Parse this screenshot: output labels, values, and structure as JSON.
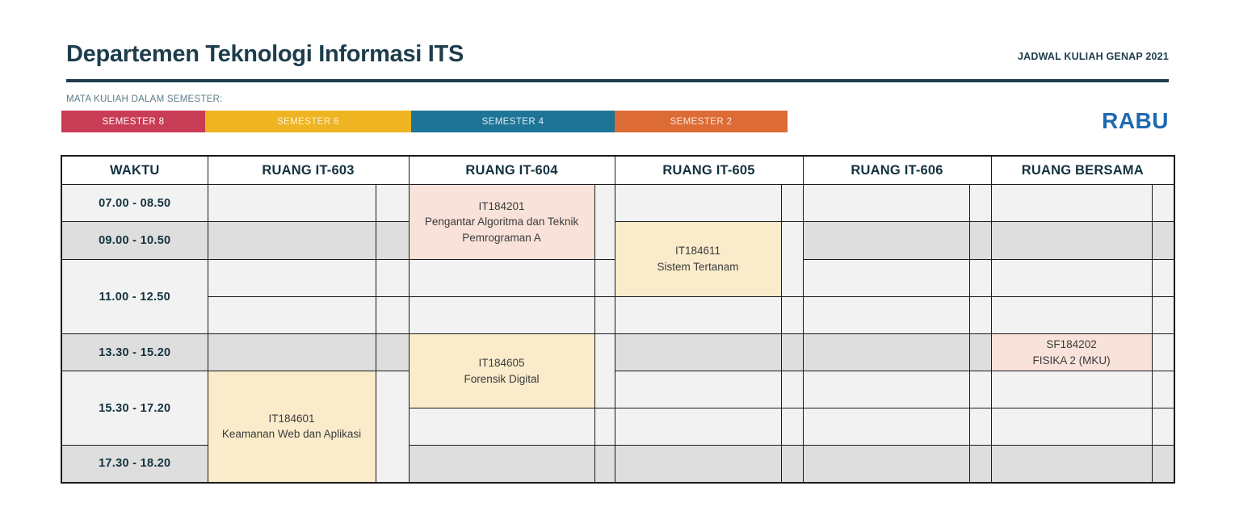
{
  "header": {
    "title": "Departemen Teknologi Informasi ITS",
    "subtitle": "JADWAL  KULIAH GENAP 2021",
    "day": "RABU"
  },
  "legend": {
    "label": "MATA KULIAH DALAM SEMESTER:",
    "items": [
      {
        "label": "SEMESTER 8",
        "color": "#c93c55"
      },
      {
        "label": "SEMESTER 6",
        "color": "#efb421"
      },
      {
        "label": "SEMESTER 4",
        "color": "#1e7496"
      },
      {
        "label": "SEMESTER 2",
        "color": "#dd6b35"
      }
    ]
  },
  "table": {
    "columns": [
      "WAKTU",
      "RUANG IT-603",
      "RUANG IT-604",
      "RUANG IT-605",
      "RUANG IT-606",
      "RUANG BERSAMA"
    ],
    "times": [
      "07.00 - 08.50",
      "09.00 - 10.50",
      "11.00 - 12.50",
      "13.30 - 15.20",
      "15.30 - 17.20",
      "17.30 - 18.20"
    ],
    "courses": {
      "c1": {
        "code": "IT184201",
        "name": "Pengantar Algoritma dan Teknik Pemrograman A",
        "semester": "SEMESTER 2",
        "room": "RUANG IT-604",
        "time": "07.00 - 10.50"
      },
      "c2": {
        "code": "IT184611",
        "name": "Sistem Tertanam",
        "semester": "SEMESTER 6",
        "room": "RUANG IT-605",
        "time": "09.00 - 12.50"
      },
      "c3": {
        "code": "IT184605",
        "name": "Forensik Digital",
        "semester": "SEMESTER 6",
        "room": "RUANG IT-604",
        "time": "13.30 - 17.20"
      },
      "c4": {
        "code": "IT184601",
        "name": "Keamanan Web dan Aplikasi",
        "semester": "SEMESTER 6",
        "room": "RUANG IT-603",
        "time": "15.30 - 18.20"
      },
      "c5": {
        "code": "SF184202",
        "name": "FISIKA 2 (MKU)",
        "semester": "SEMESTER 2",
        "room": "RUANG BERSAMA",
        "time": "13.30 - 15.20"
      }
    }
  }
}
